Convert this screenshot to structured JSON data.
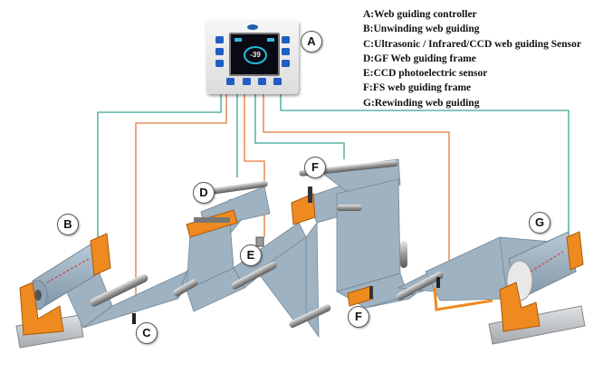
{
  "legend": [
    "A:Web guiding controller",
    "B:Unwinding web guiding",
    "C:Ultrasonic / Infrared/CCD web guiding Sensor",
    "D:GF Web guiding frame",
    "E:CCD photoelectric sensor",
    "F:FS web guiding frame",
    "G:Rewinding web guiding"
  ],
  "badges": {
    "a": "A",
    "b": "B",
    "c": "C",
    "d": "D",
    "e": "E",
    "f_top": "F",
    "f_bottom": "F",
    "g": "G"
  },
  "controller_display": "-39",
  "colors": {
    "web": "#9fb2c1",
    "web_edge": "#6f8799",
    "orange": "#ee8a1f",
    "cable_teal": "#3aa394",
    "cable_orange": "#e07a3a",
    "base": "#c8ccd0",
    "button_blue": "#1f5fc4"
  }
}
